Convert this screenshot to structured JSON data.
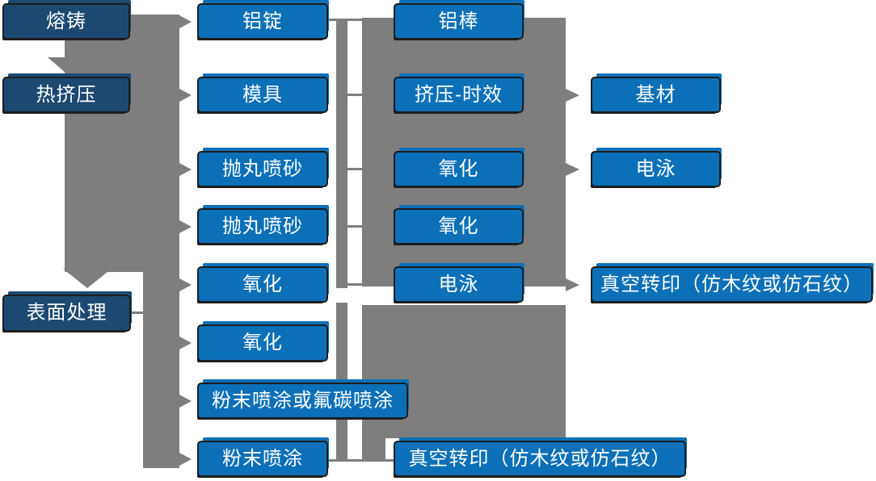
{
  "colors": {
    "primary_blue": "#0c70b8",
    "dark_blue": "#1b4971",
    "connector_gray": "#7e7e7e",
    "text_white": "#ffffff"
  },
  "nodes": [
    {
      "id": "melting",
      "label": "熔铸",
      "variant": "dark"
    },
    {
      "id": "aluminum-ingot",
      "label": "铝锭",
      "variant": "primary"
    },
    {
      "id": "aluminum-rod",
      "label": "铝棒",
      "variant": "primary"
    },
    {
      "id": "hot-extrusion",
      "label": "热挤压",
      "variant": "dark"
    },
    {
      "id": "mold",
      "label": "模具",
      "variant": "primary"
    },
    {
      "id": "extrusion-aging",
      "label": "挤压-时效",
      "variant": "primary"
    },
    {
      "id": "substrate",
      "label": "基材",
      "variant": "primary"
    },
    {
      "id": "shot-blasting-1",
      "label": "抛丸喷砂",
      "variant": "primary"
    },
    {
      "id": "oxidation-c3r3",
      "label": "氧化",
      "variant": "primary"
    },
    {
      "id": "electrophoresis-c4r3",
      "label": "电泳",
      "variant": "primary"
    },
    {
      "id": "shot-blasting-2",
      "label": "抛丸喷砂",
      "variant": "primary"
    },
    {
      "id": "oxidation-c3r4",
      "label": "氧化",
      "variant": "primary"
    },
    {
      "id": "oxidation-c2r5",
      "label": "氧化",
      "variant": "primary"
    },
    {
      "id": "electrophoresis-c3r5",
      "label": "电泳",
      "variant": "primary"
    },
    {
      "id": "vacuum-transfer-right",
      "label": "真空转印（仿木纹或仿石纹）",
      "variant": "primary"
    },
    {
      "id": "surface-treatment",
      "label": "表面处理",
      "variant": "dark"
    },
    {
      "id": "oxidation-c2r6",
      "label": "氧化",
      "variant": "primary"
    },
    {
      "id": "powder-or-fluorocarbon",
      "label": "粉末喷涂或氟碳喷涂",
      "variant": "primary"
    },
    {
      "id": "powder-coating",
      "label": "粉末喷涂",
      "variant": "primary"
    },
    {
      "id": "vacuum-transfer-bottom",
      "label": "真空转印（仿木纹或仿石纹）",
      "variant": "primary"
    }
  ],
  "edges": [
    {
      "from": "melting",
      "to": "hot-extrusion",
      "style": "arrow-down"
    },
    {
      "from": "hot-extrusion",
      "to": "surface-treatment",
      "style": "arrow-down"
    },
    {
      "from": "left-trunk",
      "to": "aluminum-ingot",
      "style": "arrow"
    },
    {
      "from": "left-trunk",
      "to": "mold",
      "style": "arrow"
    },
    {
      "from": "left-trunk",
      "to": "shot-blasting-1",
      "style": "arrow"
    },
    {
      "from": "left-trunk",
      "to": "shot-blasting-2",
      "style": "arrow"
    },
    {
      "from": "left-trunk",
      "to": "oxidation-c2r5",
      "style": "arrow"
    },
    {
      "from": "surface-treatment",
      "to": "oxidation-c2r6",
      "style": "arrow"
    },
    {
      "from": "surface-treatment",
      "to": "powder-or-fluorocarbon",
      "style": "arrow"
    },
    {
      "from": "surface-treatment",
      "to": "powder-coating",
      "style": "arrow"
    },
    {
      "from": "aluminum-ingot",
      "to": "aluminum-rod",
      "style": "line"
    },
    {
      "from": "mid-connector",
      "to": "extrusion-aging",
      "style": "line"
    },
    {
      "from": "mid-connector",
      "to": "oxidation-c3r3",
      "style": "line"
    },
    {
      "from": "mid-connector",
      "to": "oxidation-c3r4",
      "style": "line"
    },
    {
      "from": "mid-connector",
      "to": "electrophoresis-c3r5",
      "style": "line"
    },
    {
      "from": "extrusion-aging",
      "to": "substrate",
      "style": "arrow"
    },
    {
      "from": "oxidation-c3r3",
      "to": "electrophoresis-c4r3",
      "style": "arrow"
    },
    {
      "from": "electrophoresis-c3r5",
      "to": "vacuum-transfer-right",
      "style": "arrow"
    },
    {
      "from": "powder-coating",
      "to": "vacuum-transfer-bottom",
      "style": "line"
    }
  ]
}
